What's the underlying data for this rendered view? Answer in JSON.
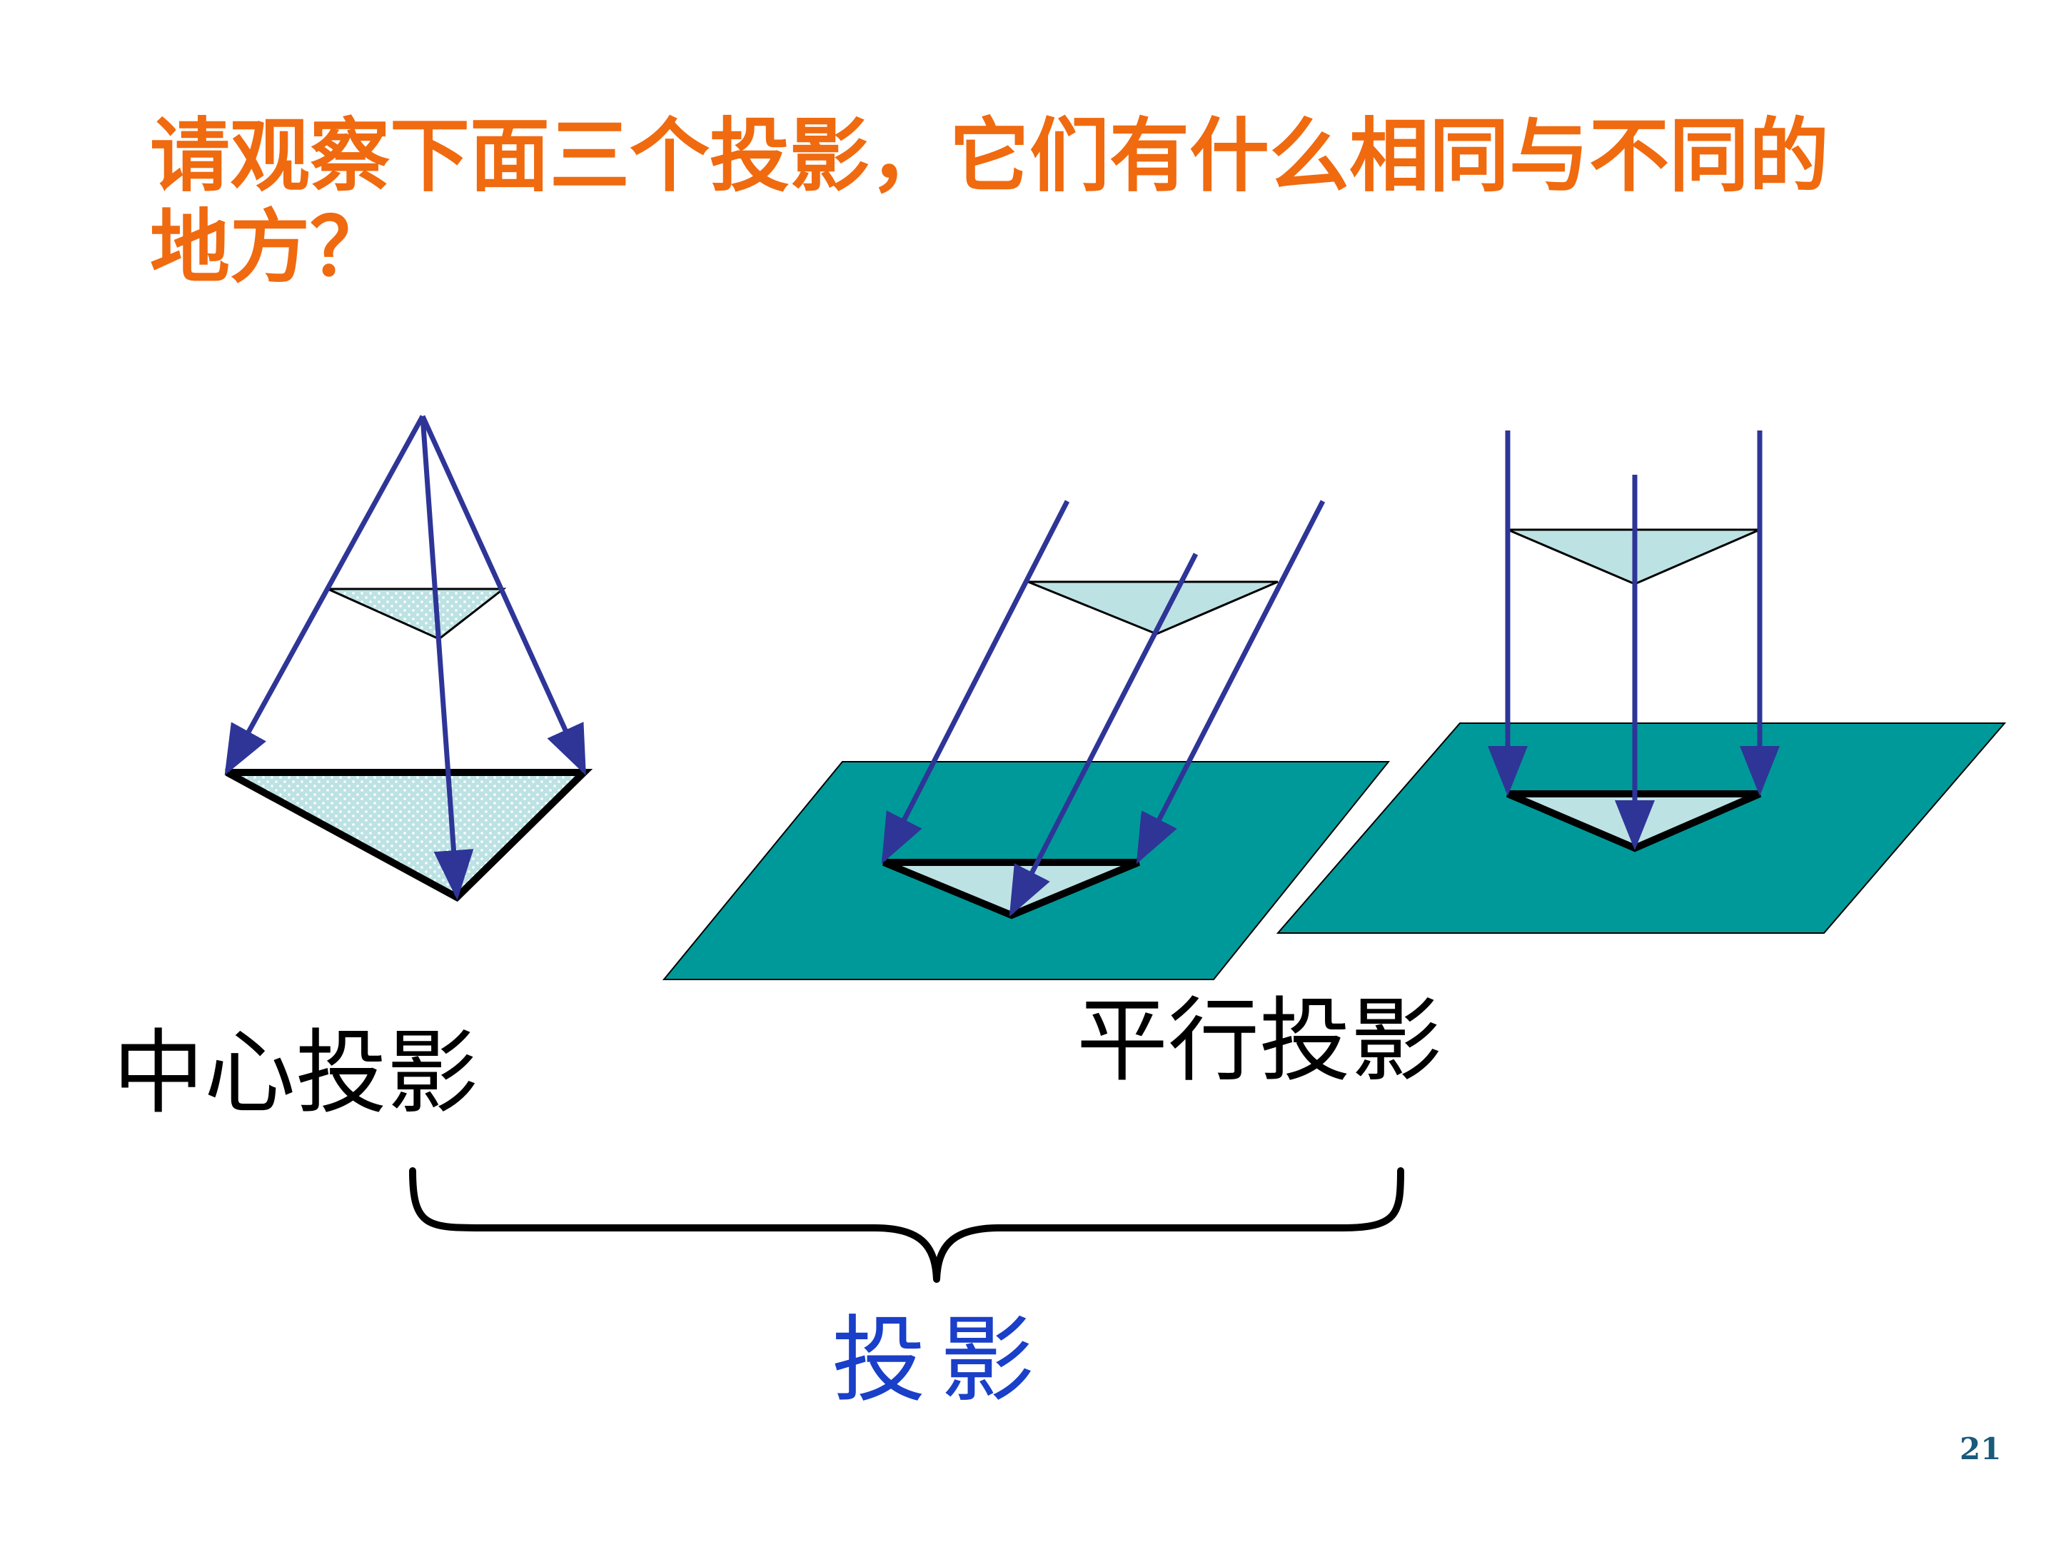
{
  "question": {
    "line1": "请观察下面三个投影，它们有什么相同与不同的",
    "line2": "地方？"
  },
  "labels": {
    "central": "中心投影",
    "parallel": "平行投影",
    "projection": "投影"
  },
  "page_number": "21",
  "colors": {
    "question_text": "#f06a10",
    "ray": "#2e3597",
    "plane": "#009999",
    "triangle_fill": "#bde2e4",
    "outline": "#000000",
    "projection_label": "#1a3fc8",
    "page_number": "#1a5a7a"
  }
}
